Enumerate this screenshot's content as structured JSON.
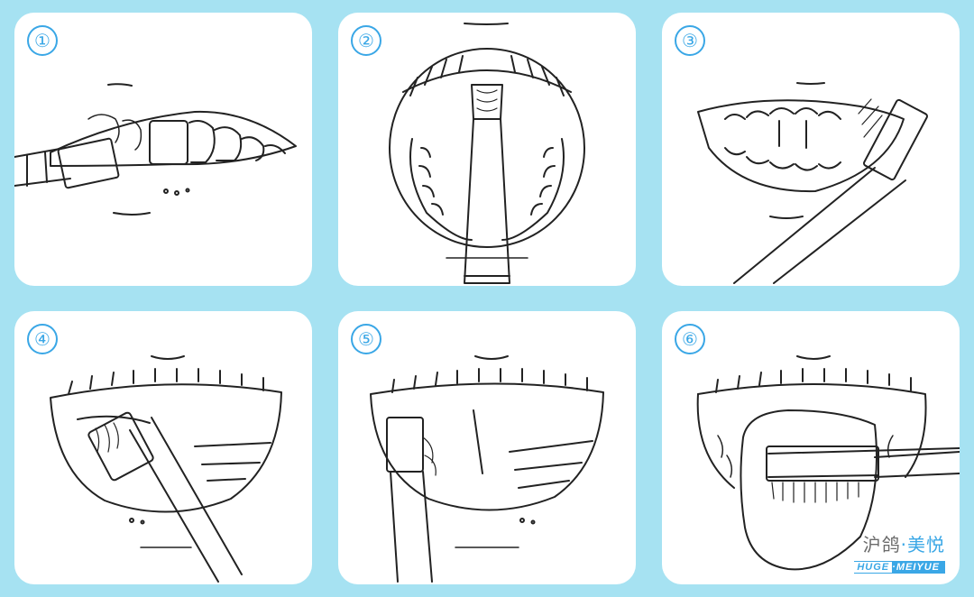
{
  "steps": [
    {
      "label": "①"
    },
    {
      "label": "②"
    },
    {
      "label": "③"
    },
    {
      "label": "④"
    },
    {
      "label": "⑤"
    },
    {
      "label": "⑥"
    }
  ],
  "brand": {
    "cn_left": "沪鸽",
    "cn_dot": "·",
    "cn_right": "美悦",
    "en_left": "HUGE",
    "en_dot": "·",
    "en_right": "MEIYUE"
  },
  "colors": {
    "background": "#a6e2f2",
    "panel": "#ffffff",
    "accent": "#3aa7e6",
    "ink": "#222222"
  }
}
